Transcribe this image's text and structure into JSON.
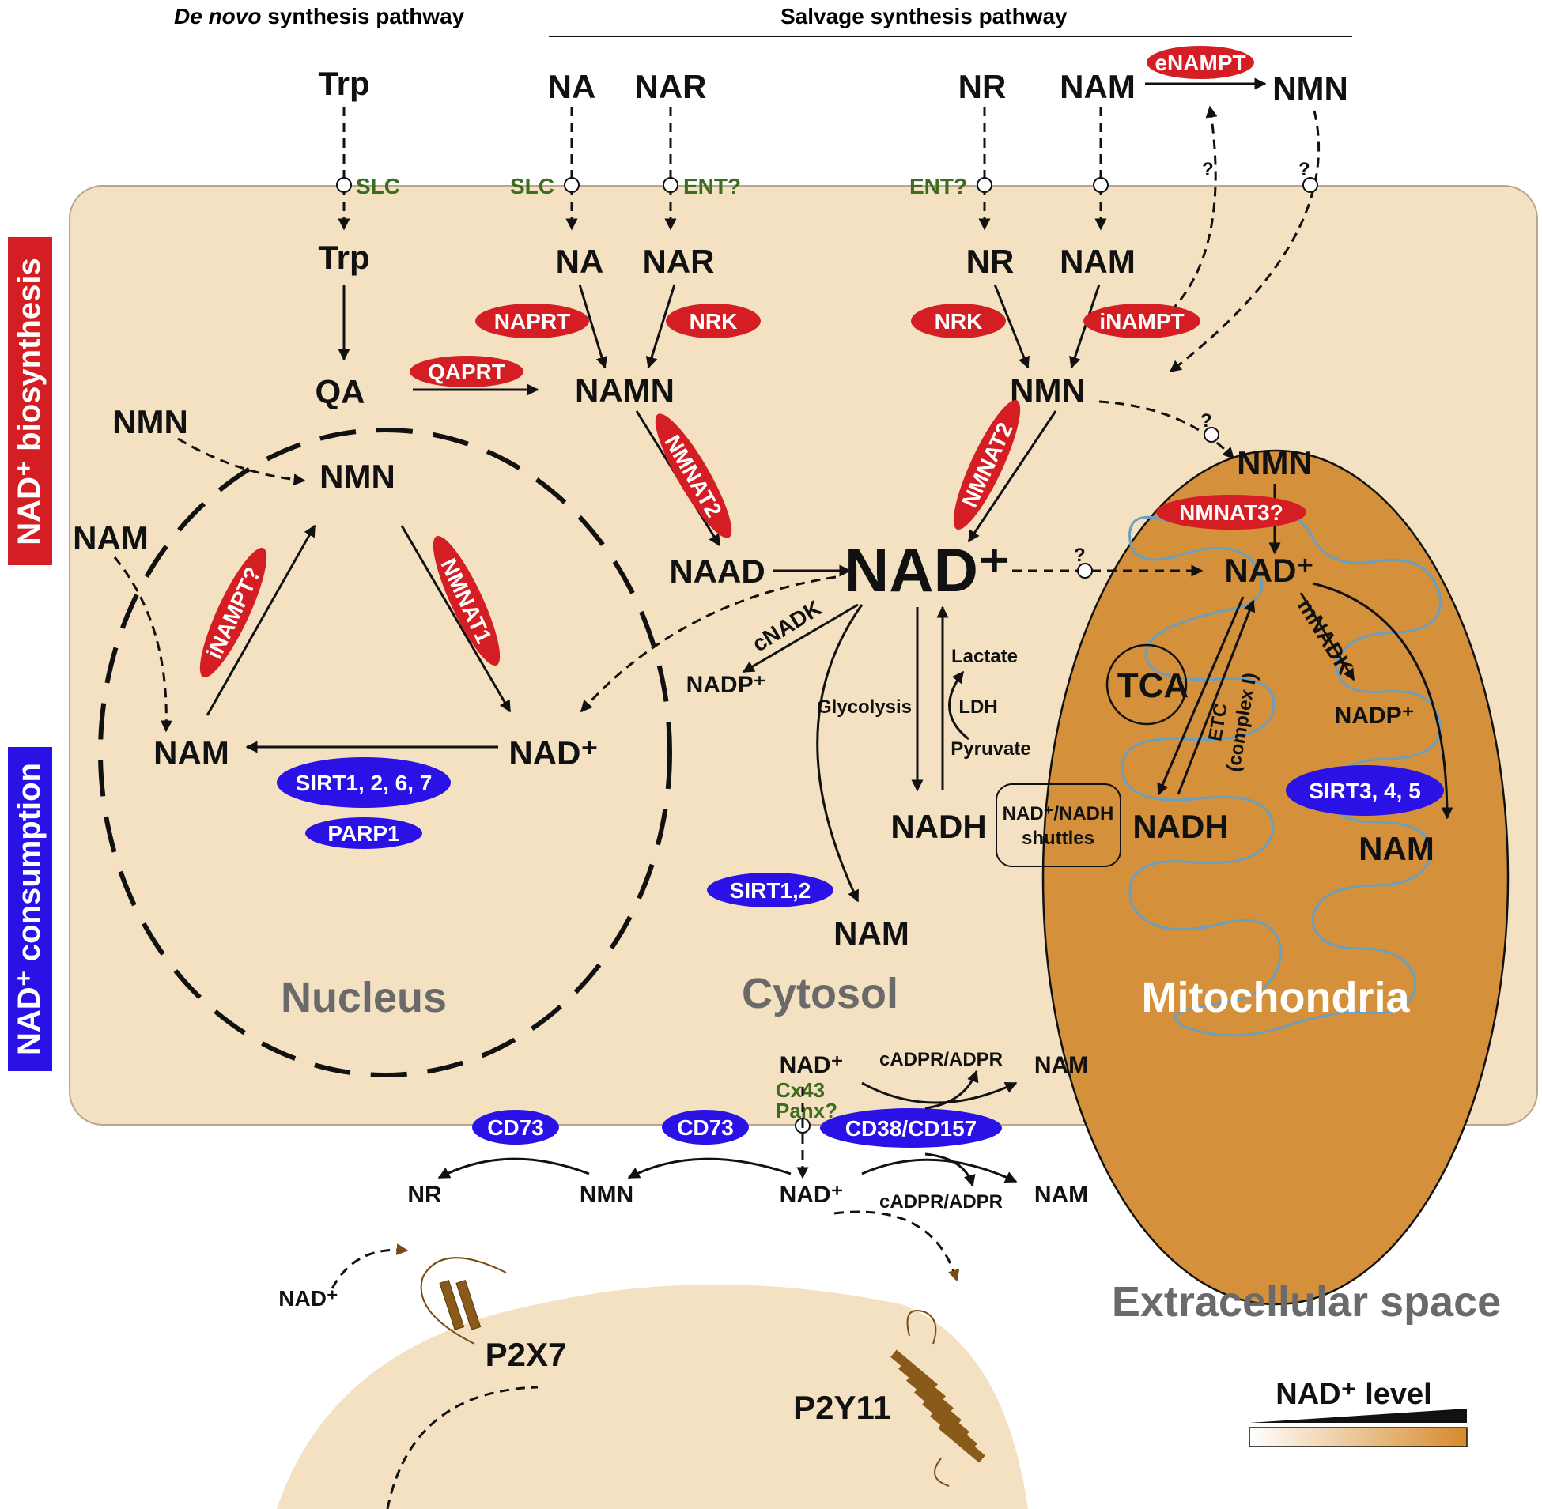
{
  "headers": {
    "denovo_italic": "De novo",
    "denovo_rest": " synthesis pathway",
    "salvage": "Salvage synthesis pathway"
  },
  "side_labels": {
    "biosynthesis": "NAD⁺ biosynthesis",
    "consumption": "NAD⁺ consumption"
  },
  "compartments": {
    "nucleus": "Nucleus",
    "cytosol": "Cytosol",
    "mitochondria": "Mitochondria",
    "extracellular": "Extracellular space"
  },
  "extracellular_top": {
    "trp": "Trp",
    "na": "NA",
    "nar": "NAR",
    "nr": "NR",
    "nam": "NAM",
    "nmn": "NMN",
    "enampt": "eNAMPT",
    "q1": "?",
    "q2": "?"
  },
  "transporters": {
    "slc1": "SLC",
    "slc2": "SLC",
    "ent1": "ENT?",
    "ent2": "ENT?"
  },
  "cytosol": {
    "trp": "Trp",
    "qa": "QA",
    "na": "NA",
    "nar": "NAR",
    "namn": "NAMN",
    "naad": "NAAD",
    "nad": "NAD⁺",
    "nr": "NR",
    "nam": "NAM",
    "nmn": "NMN",
    "nadp": "NADP⁺",
    "nadh": "NADH",
    "nam_bottom": "NAM",
    "glycolysis": "Glycolysis",
    "lactate": "Lactate",
    "ldh": "LDH",
    "pyruvate": "Pyruvate",
    "shuttles_line1": "NAD⁺/NADH",
    "shuttles_line2": "shuttles",
    "q_nmn": "?",
    "q_nad": "?",
    "enz_naprt": "NAPRT",
    "enz_nrk1": "NRK",
    "enz_nrk2": "NRK",
    "enz_inampt": "iNAMPT",
    "enz_qaprt": "QAPRT",
    "enz_nmnat2a": "NMNAT2",
    "enz_nmnat2b": "NMNAT2",
    "enz_cnadk": "cNADK",
    "enz_sirt12": "SIRT1,2"
  },
  "nucleus": {
    "nmn_out": "NMN",
    "nam_out": "NAM",
    "nmn": "NMN",
    "nam": "NAM",
    "nad": "NAD⁺",
    "enz_inampt": "iNAMPT?",
    "enz_nmnat1": "NMNAT1",
    "enz_sirt": "SIRT1, 2, 6, 7",
    "enz_parp": "PARP1"
  },
  "mitochondria": {
    "nmn": "NMN",
    "nad": "NAD⁺",
    "nadh": "NADH",
    "nadp": "NADP⁺",
    "nam": "NAM",
    "tca": "TCA",
    "etc": "ETC",
    "complex": "(complex I)",
    "enz_nmnat3": "NMNAT3?",
    "enz_mnadk": "mNADK",
    "enz_sirt": "SIRT3, 4, 5"
  },
  "membrane_bottom": {
    "nad_in": "NAD⁺",
    "camp_top": "cADPR/ADPR",
    "nam_top": "NAM",
    "cx43": "Cx43",
    "panx": "Panx?",
    "enz_cd38": "CD38/CD157",
    "enz_cd73a": "CD73",
    "enz_cd73b": "CD73"
  },
  "extracellular_bottom": {
    "nr": "NR",
    "nmn": "NMN",
    "nad": "NAD⁺",
    "camp_bottom": "cADPR/ADPR",
    "nam": "NAM",
    "nad_left": "NAD⁺",
    "p2x7": "P2X7",
    "p2y11": "P2Y11"
  },
  "legend": {
    "title": "NAD⁺ level"
  },
  "colors": {
    "cell": "#f3e1c2",
    "mito": "#d4903a",
    "enzyme_red": "#d41e23",
    "enzyme_blue": "#2a12e6",
    "transporter_green": "#3d6b1f",
    "crista": "#6a9fc0"
  }
}
